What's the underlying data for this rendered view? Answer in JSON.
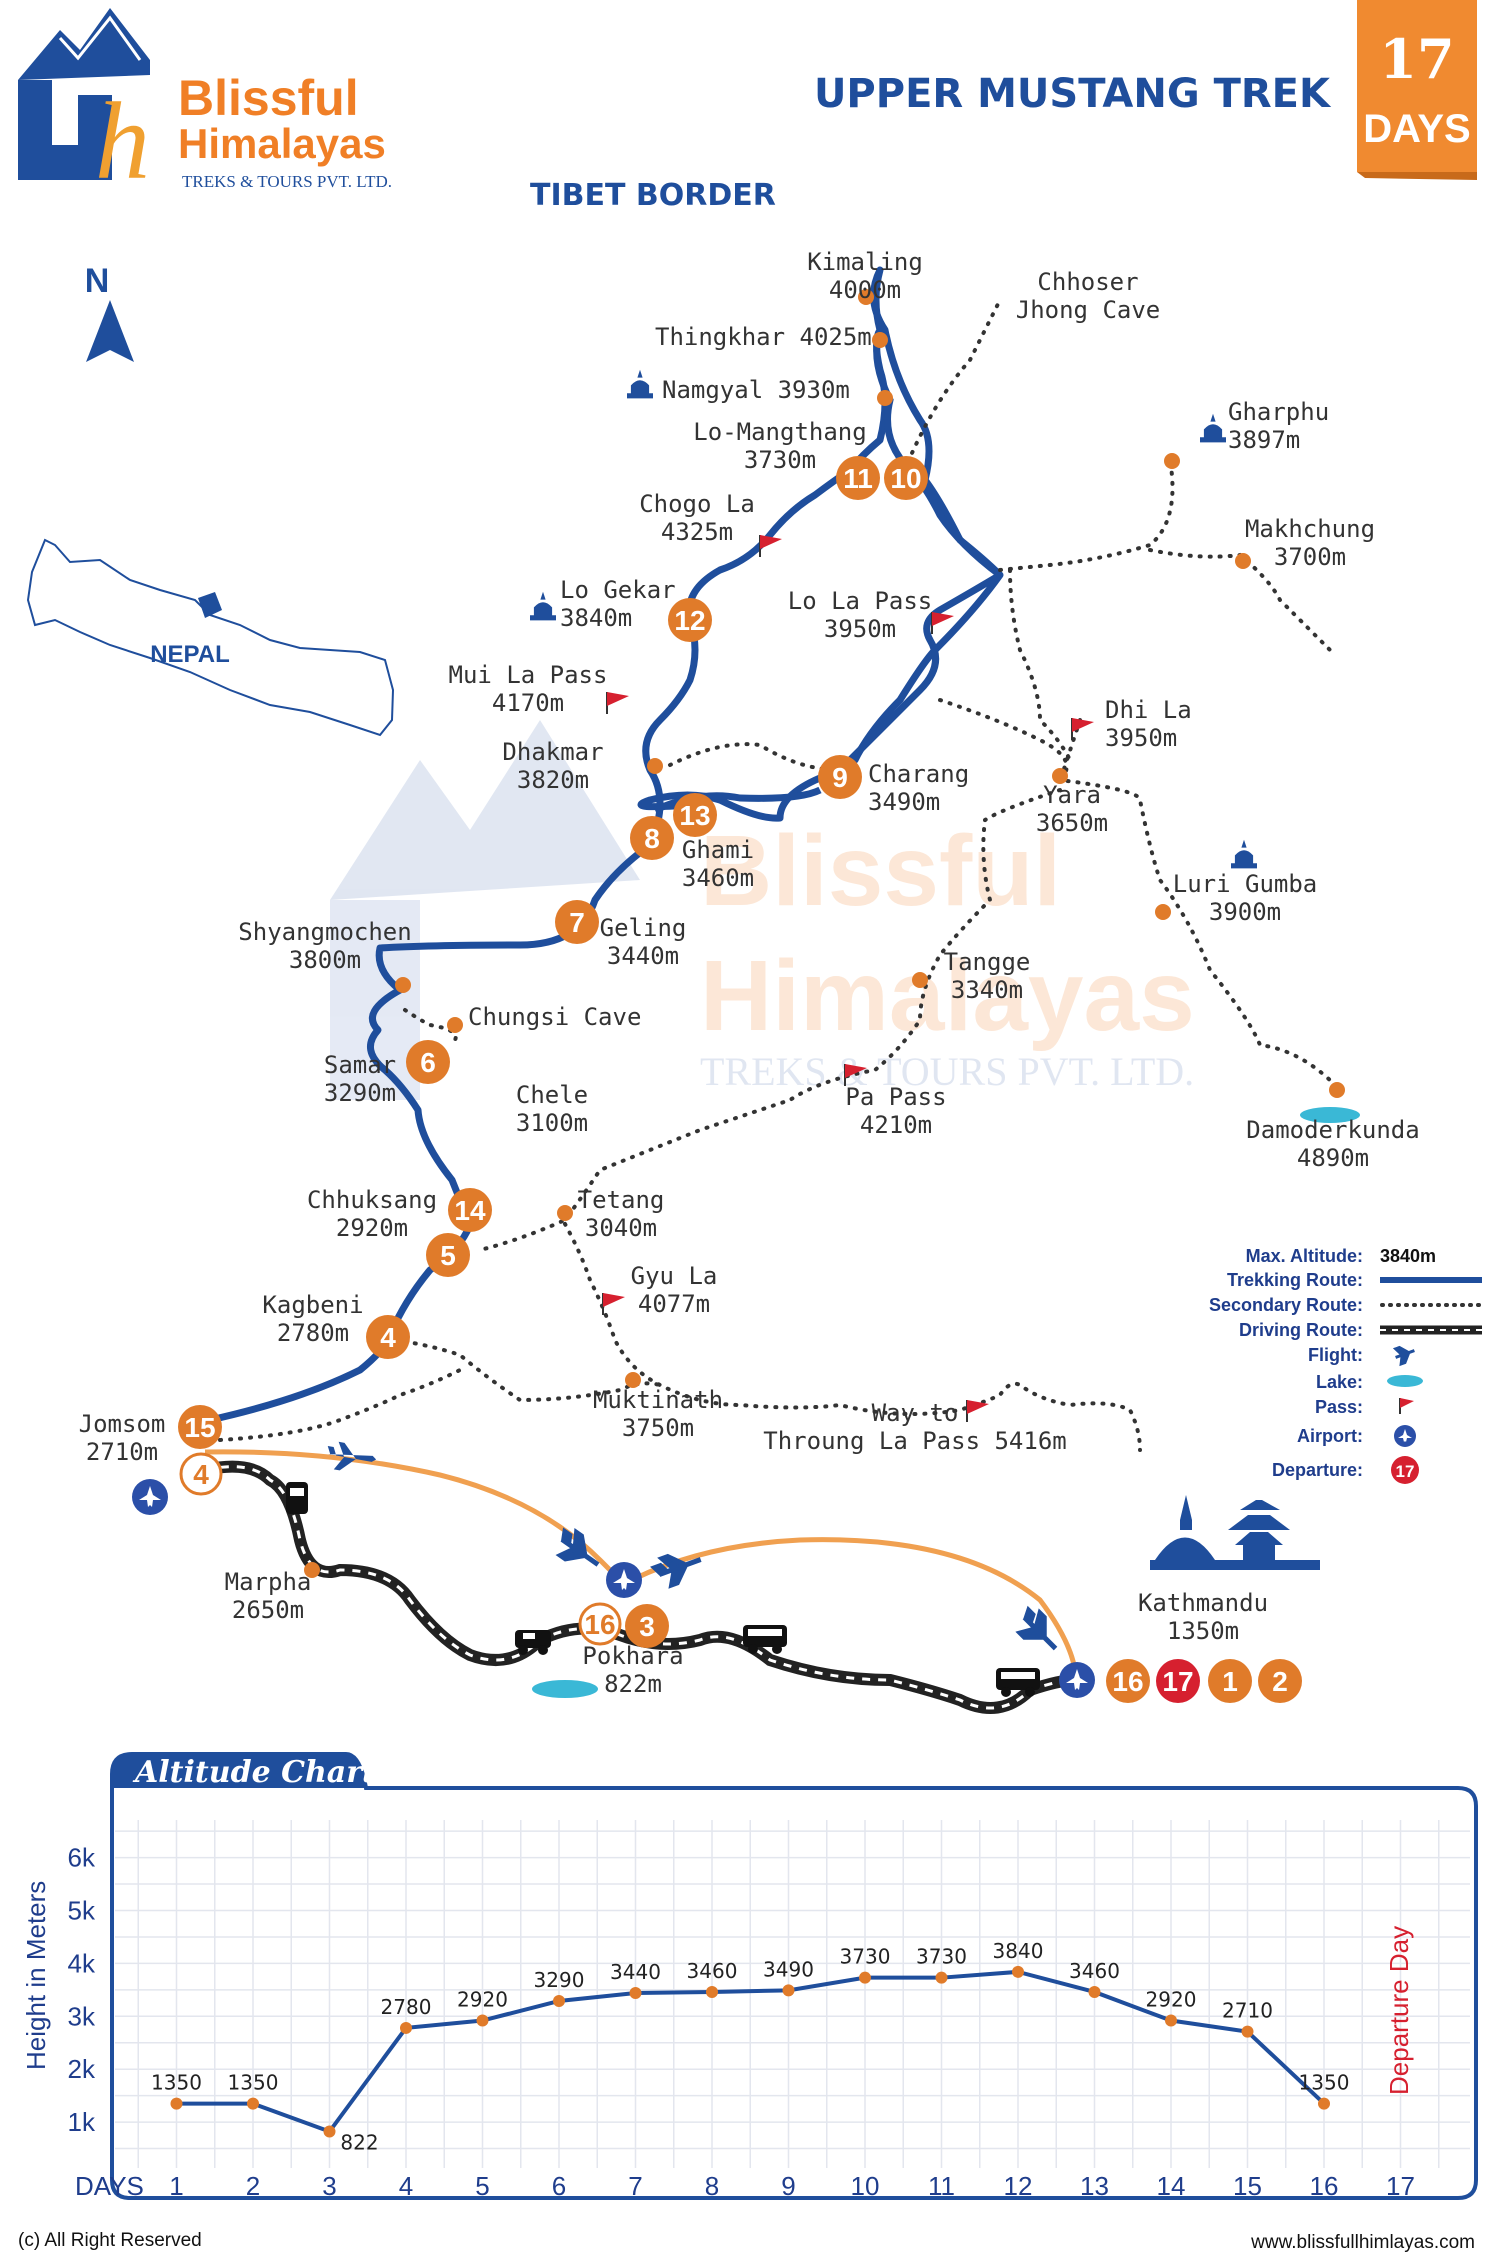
{
  "brand": {
    "name_line1": "Blissful",
    "name_line2": "Himalayas",
    "tagline": "TREKS & TOURS PVT. LTD."
  },
  "watermark": {
    "line1": "Blissful",
    "line2": "Himalayas",
    "tagline": "TREKS & TOURS PVT. LTD."
  },
  "title": "UPPER MUSTANG TREK",
  "badge": {
    "number": "17",
    "unit": "DAYS"
  },
  "tibet_border": "TIBET BORDER",
  "north": "N",
  "nepal": "NEPAL",
  "colors": {
    "trek_route": "#1f4e9c",
    "flight_route": "#f0a050",
    "accent": "#e07b2a",
    "departure": "#d6202f",
    "lake": "#3ab8d6"
  },
  "places": [
    {
      "id": "kimaling",
      "l1": "Kimaling",
      "l2": "4000m"
    },
    {
      "id": "chhoser",
      "l1": "Chhoser",
      "l2": "Jhong Cave"
    },
    {
      "id": "thingkhar",
      "l1": "Thingkhar 4025m",
      "l2": ""
    },
    {
      "id": "namgyal",
      "l1": "Namgyal 3930m",
      "l2": ""
    },
    {
      "id": "lomangthang",
      "l1": "Lo-Mangthang",
      "l2": "3730m"
    },
    {
      "id": "gharphu",
      "l1": "Gharphu",
      "l2": "3897m"
    },
    {
      "id": "chogola",
      "l1": "Chogo La",
      "l2": "4325m"
    },
    {
      "id": "makhchung",
      "l1": "Makhchung",
      "l2": "3700m"
    },
    {
      "id": "logekar",
      "l1": "Lo Gekar",
      "l2": "3840m"
    },
    {
      "id": "lolapass",
      "l1": "Lo La Pass",
      "l2": "3950m"
    },
    {
      "id": "muilapass",
      "l1": "Mui La Pass",
      "l2": "4170m"
    },
    {
      "id": "dhila",
      "l1": "Dhi La",
      "l2": "3950m"
    },
    {
      "id": "dhakmar",
      "l1": "Dhakmar",
      "l2": "3820m"
    },
    {
      "id": "charang",
      "l1": "Charang",
      "l2": "3490m"
    },
    {
      "id": "yara",
      "l1": "Yara",
      "l2": "3650m"
    },
    {
      "id": "ghami",
      "l1": "Ghami",
      "l2": "3460m"
    },
    {
      "id": "lurigumba",
      "l1": "Luri Gumba",
      "l2": "3900m"
    },
    {
      "id": "shyangmochen",
      "l1": "Shyangmochen",
      "l2": "3800m"
    },
    {
      "id": "geling",
      "l1": "Geling",
      "l2": "3440m"
    },
    {
      "id": "tangge",
      "l1": "Tangge",
      "l2": "3340m"
    },
    {
      "id": "chungsicave",
      "l1": "Chungsi Cave",
      "l2": ""
    },
    {
      "id": "samar",
      "l1": "Samar",
      "l2": "3290m"
    },
    {
      "id": "papass",
      "l1": "Pa Pass",
      "l2": "4210m"
    },
    {
      "id": "chele",
      "l1": "Chele",
      "l2": "3100m"
    },
    {
      "id": "damoderkunda",
      "l1": "Damoderkunda",
      "l2": "4890m"
    },
    {
      "id": "chhuksang",
      "l1": "Chhuksang",
      "l2": "2920m"
    },
    {
      "id": "tetang",
      "l1": "Tetang",
      "l2": "3040m"
    },
    {
      "id": "kagbeni",
      "l1": "Kagbeni",
      "l2": "2780m"
    },
    {
      "id": "gyula",
      "l1": "Gyu La",
      "l2": "4077m"
    },
    {
      "id": "muktinath",
      "l1": "Muktinath",
      "l2": "3750m"
    },
    {
      "id": "thorong",
      "l1": "Way to",
      "l2": "Throung La Pass 5416m"
    },
    {
      "id": "jomsom",
      "l1": "Jomsom",
      "l2": "2710m"
    },
    {
      "id": "marpha",
      "l1": "Marpha",
      "l2": "2650m"
    },
    {
      "id": "pokhara",
      "l1": "Pokhara",
      "l2": "822m"
    },
    {
      "id": "kathmandu",
      "l1": "Kathmandu",
      "l2": "1350m"
    }
  ],
  "day_markers": [
    "11",
    "10",
    "12",
    "9",
    "13",
    "8",
    "7",
    "6",
    "14",
    "5",
    "4",
    "15",
    "4",
    "16",
    "3",
    "16",
    "17",
    "1",
    "2"
  ],
  "legend": {
    "max_altitude_label": "Max. Altitude:",
    "max_altitude_value": "3840m",
    "trekking": "Trekking Route:",
    "secondary": "Secondary Route:",
    "driving": "Driving Route:",
    "flight": "Flight:",
    "lake": "Lake:",
    "pass": "Pass:",
    "airport": "Airport:",
    "departure": "Departure:",
    "departure_num": "17"
  },
  "chart_data": {
    "type": "line",
    "title": "Altitude Chart",
    "xlabel": "DAYS",
    "ylabel": "Height in Meters",
    "x": [
      1,
      2,
      3,
      4,
      5,
      6,
      7,
      8,
      9,
      10,
      11,
      12,
      13,
      14,
      15,
      16
    ],
    "x_ticks": [
      "1",
      "2",
      "3",
      "4",
      "5",
      "6",
      "7",
      "8",
      "9",
      "10",
      "11",
      "12",
      "13",
      "14",
      "15",
      "16",
      "17"
    ],
    "values": [
      1350,
      1350,
      822,
      2780,
      2920,
      3290,
      3440,
      3460,
      3490,
      3730,
      3730,
      3840,
      3460,
      2920,
      2710,
      1350
    ],
    "y_ticks": [
      "1k",
      "2k",
      "3k",
      "4k",
      "5k",
      "6k"
    ],
    "ylim": [
      0,
      6500
    ],
    "xlim": [
      0,
      17.5
    ],
    "annotation": "Departure Day",
    "grid": true
  },
  "footer": {
    "copyright": "(c) All Right Reserved",
    "website": "www.blissfullhimlayas.com"
  }
}
